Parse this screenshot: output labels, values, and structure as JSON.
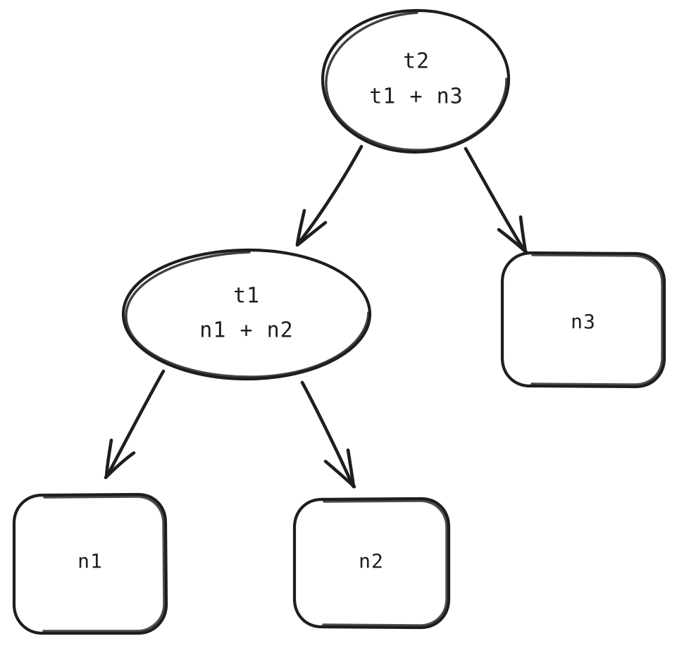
{
  "diagram": {
    "title": "expression-dependency-tree",
    "style": "hand-drawn",
    "background_color": "#ffffff",
    "stroke_color": "#1e1e1e",
    "nodes": [
      {
        "id": "t2",
        "shape": "ellipse",
        "line1": "t2",
        "line2": "t1 + n3"
      },
      {
        "id": "t1",
        "shape": "ellipse",
        "line1": "t1",
        "line2": "n1 + n2"
      },
      {
        "id": "n3",
        "shape": "rounded-rectangle",
        "line1": "n3",
        "line2": ""
      },
      {
        "id": "n1",
        "shape": "rounded-rectangle",
        "line1": "n1",
        "line2": ""
      },
      {
        "id": "n2",
        "shape": "rounded-rectangle",
        "line1": "n2",
        "line2": ""
      }
    ],
    "edges": [
      {
        "id": "t2-to-t1",
        "from": "t2",
        "to": "t1",
        "label": ""
      },
      {
        "id": "t2-to-n3",
        "from": "t2",
        "to": "n3",
        "label": ""
      },
      {
        "id": "t1-to-n1",
        "from": "t1",
        "to": "n1",
        "label": ""
      },
      {
        "id": "t1-to-n2",
        "from": "t1",
        "to": "n2",
        "label": ""
      }
    ]
  }
}
